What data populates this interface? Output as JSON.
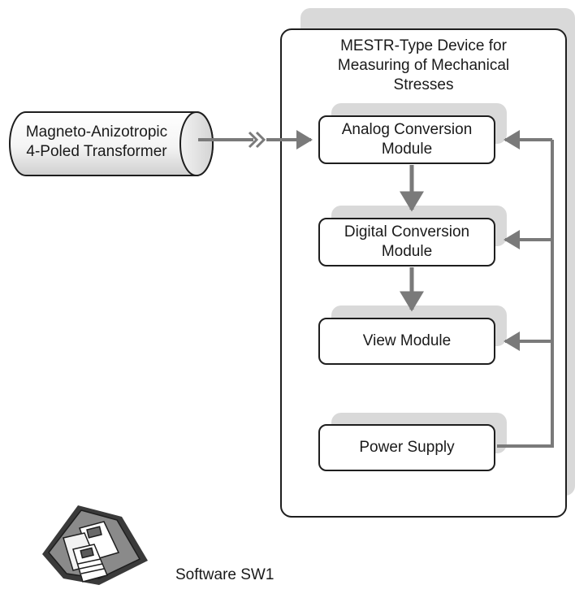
{
  "transformer": {
    "label": "Magneto-Anizotropic\n4-Poled Transformer"
  },
  "device": {
    "title": "MESTR-Type Device for\nMeasuring of Mechanical\nStresses"
  },
  "modules": {
    "analog": "Analog Conversion\nModule",
    "digital": "Digital Conversion\nModule",
    "view": "View Module",
    "power": "Power Supply"
  },
  "software": {
    "label": "Software SW1",
    "icon": "floppy-disk-icon"
  },
  "colors": {
    "arrow": "#7a7a7a",
    "shadow": "#d9d9d9",
    "border": "#1e1e1e"
  }
}
